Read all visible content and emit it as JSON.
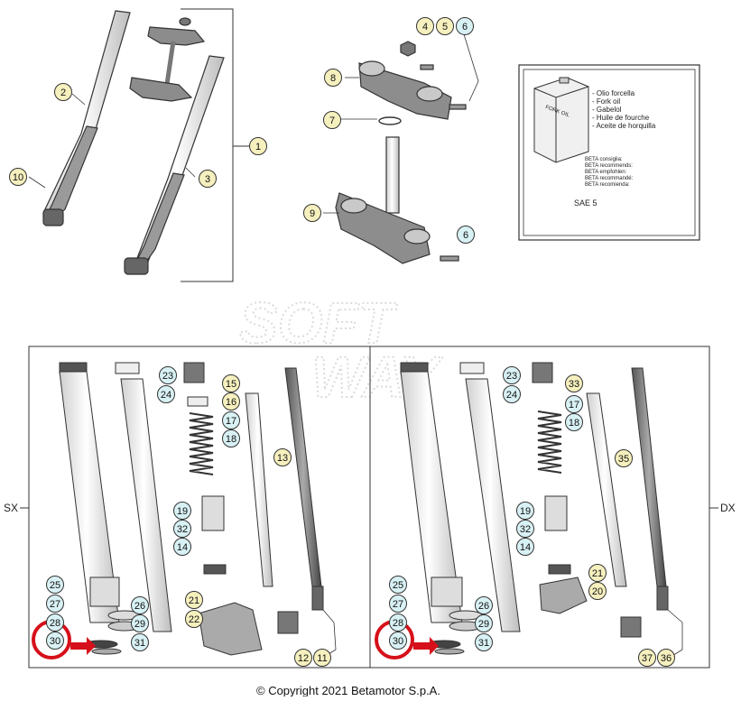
{
  "diagram": {
    "watermark_text": [
      "SOFT",
      "WAY"
    ],
    "side_labels": {
      "left": "SX",
      "right": "DX"
    },
    "copyright": "© Copyright 2021 Betamotor S.p.A.",
    "oil_box": {
      "can_label": "FORK OIL",
      "lines": [
        "- Olio forcella",
        "- Fork oil",
        "- Gabelol",
        "- Huile de fourche",
        "- Aceite de horquilla"
      ],
      "recommend": [
        "BETA consiglia:",
        "BETA recommends:",
        "BETA empfohlen:",
        "BETA recommandé:",
        "BETA recomienda:"
      ],
      "grade": "SAE 5"
    },
    "callouts": {
      "c1": "1",
      "c2": "2",
      "c3": "3",
      "c4": "4",
      "c5": "5",
      "c6a": "6",
      "c6b": "6",
      "c7": "7",
      "c8": "8",
      "c9": "9",
      "c10": "10",
      "l23": "23",
      "l24": "24",
      "l15": "15",
      "l16": "16",
      "l17": "17",
      "l18": "18",
      "l13": "13",
      "l19": "19",
      "l32": "32",
      "l14": "14",
      "l25": "25",
      "l27": "27",
      "l26": "26",
      "l28": "28",
      "l29": "29",
      "l30": "30",
      "l31": "31",
      "l21": "21",
      "l22": "22",
      "l12": "12",
      "l11": "11",
      "r23": "23",
      "r24": "24",
      "r33": "33",
      "r17": "17",
      "r18": "18",
      "r35": "35",
      "r19": "19",
      "r32": "32",
      "r14": "14",
      "r21": "21",
      "r20": "20",
      "r25": "25",
      "r27": "27",
      "r26": "26",
      "r28": "28",
      "r29": "29",
      "r30": "30",
      "r31": "31",
      "r37": "37",
      "r36": "36"
    },
    "colors": {
      "yellow_badge": "#f6f0be",
      "cyan_badge": "#d8f1f4",
      "highlight_red": "#d6101a",
      "line": "#333333"
    }
  }
}
